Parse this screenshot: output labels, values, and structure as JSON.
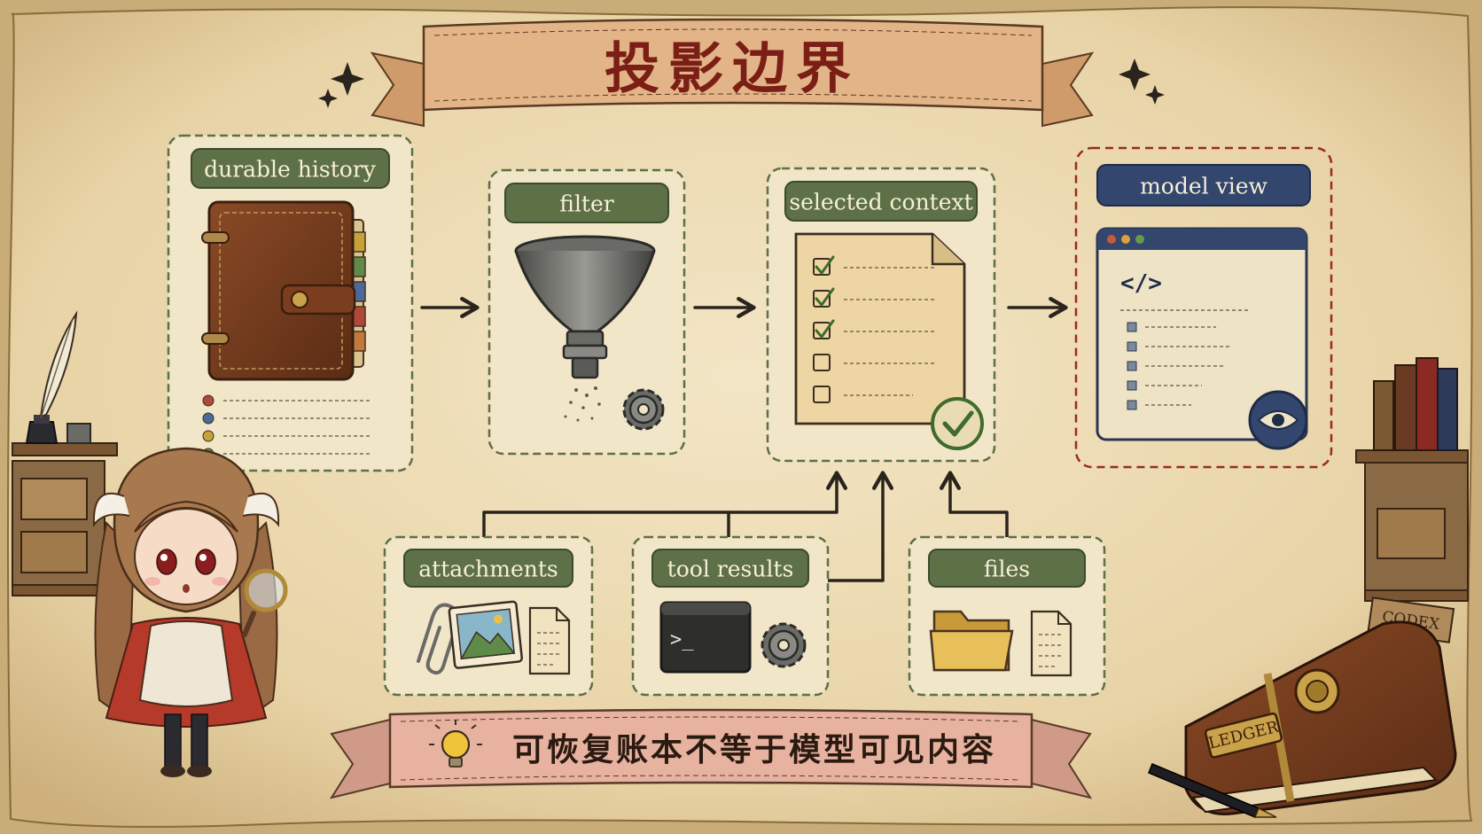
{
  "title": "投影边界",
  "stages": [
    {
      "id": "durable_history",
      "label": "durable history"
    },
    {
      "id": "filter",
      "label": "filter"
    },
    {
      "id": "selected_context",
      "label": "selected context"
    },
    {
      "id": "model_view",
      "label": "model view"
    }
  ],
  "sources": [
    {
      "id": "attachments",
      "label": "attachments"
    },
    {
      "id": "tool_results",
      "label": "tool results"
    },
    {
      "id": "files",
      "label": "files"
    }
  ],
  "code_glyph": "</>",
  "terminal_prompt": ">_",
  "bottom_banner": "可恢复账本不等于模型可见内容",
  "props": {
    "codex_label": "CODEX",
    "ledger_label": "LEDGER"
  },
  "colors": {
    "parchment": "#efe2c2",
    "chip_green": "#5e7046",
    "chip_navy": "#33466e",
    "title_red": "#7a1e16",
    "highlight_red": "#9b2a22",
    "check_green": "#3f6b2c"
  }
}
